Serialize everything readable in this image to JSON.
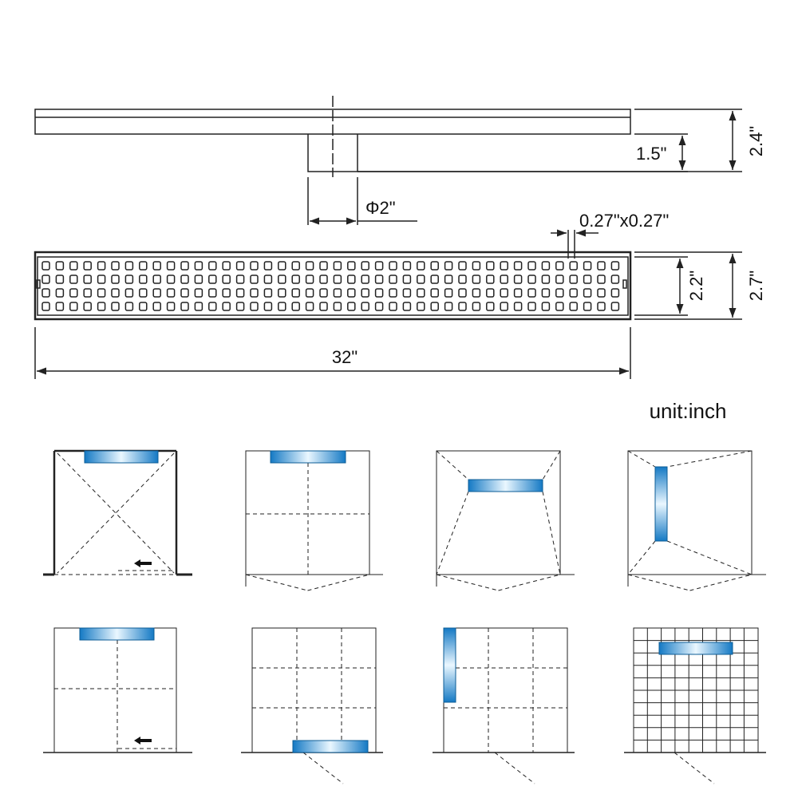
{
  "dimensions": {
    "total_height": "2.4\"",
    "body_height": "1.5\"",
    "outlet_diameter": "Φ2\"",
    "slot_size": "0.27\"x0.27\"",
    "grate_inner_width": "2.2\"",
    "grate_outer_width": "2.7\"",
    "length": "32\""
  },
  "unit_label": "unit:inch",
  "colors": {
    "line": "#222222",
    "drain_blue": "#1a8fd6",
    "drain_highlight": "#e8f6ff"
  },
  "installation_examples": {
    "count": 8,
    "rows": 2
  }
}
